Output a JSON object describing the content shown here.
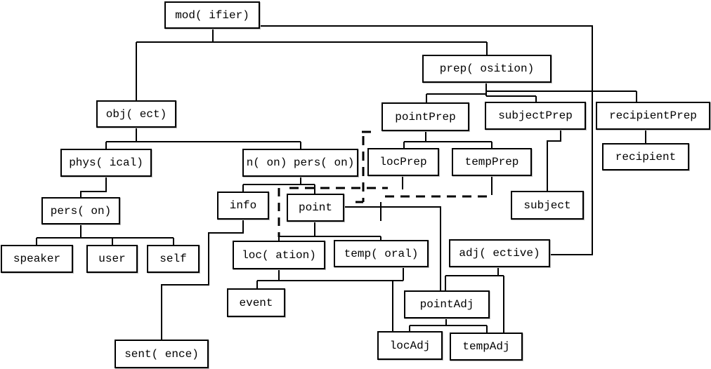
{
  "colors": {
    "line": "#000000",
    "background": "#ffffff",
    "text": "#000000"
  },
  "nodes": {
    "mod": {
      "label": "mod( ifier)"
    },
    "prep": {
      "label": "prep( osition)"
    },
    "obj": {
      "label": "obj( ect)"
    },
    "pointPrep": {
      "label": "pointPrep"
    },
    "subjectPrep": {
      "label": "subjectPrep"
    },
    "recipientPrep": {
      "label": "recipientPrep"
    },
    "phys": {
      "label": "phys( ical)"
    },
    "nonpers": {
      "label": "n( on) pers( on)"
    },
    "locPrep": {
      "label": "locPrep"
    },
    "tempPrep": {
      "label": "tempPrep"
    },
    "recipient": {
      "label": "recipient"
    },
    "pers": {
      "label": "pers( on)"
    },
    "info": {
      "label": "info"
    },
    "point": {
      "label": "point"
    },
    "subject": {
      "label": "subject"
    },
    "speaker": {
      "label": "speaker"
    },
    "user": {
      "label": "user"
    },
    "self": {
      "label": "self"
    },
    "loc": {
      "label": "loc( ation)"
    },
    "temp": {
      "label": "temp( oral)"
    },
    "adj": {
      "label": "adj( ective)"
    },
    "event": {
      "label": "event"
    },
    "pointAdj": {
      "label": "pointAdj"
    },
    "sent": {
      "label": "sent( ence)"
    },
    "locAdj": {
      "label": "locAdj"
    },
    "tempAdj": {
      "label": "tempAdj"
    }
  },
  "edges": {
    "solid": [
      "mod( ifier) -> obj( ect)",
      "mod( ifier) -> prep( osition)",
      "mod( ifier) -> adj( ective)",
      "obj( ect) -> phys( ical)",
      "obj( ect) -> n( on) pers( on)",
      "prep( osition) -> pointPrep",
      "prep( osition) -> subjectPrep",
      "prep( osition) -> recipientPrep",
      "pointPrep -> locPrep",
      "pointPrep -> tempPrep",
      "subjectPrep -> subject",
      "recipientPrep -> recipient",
      "phys( ical) -> pers( on)",
      "pers( on) -> speaker",
      "pers( on) -> user",
      "pers( on) -> self",
      "n( on) pers( on) -> info",
      "n( on) pers( on) -> point",
      "point -> loc( ation)",
      "point -> temp( oral)",
      "point -> pointAdj",
      "info -> sent( ence)",
      "loc( ation) -> event",
      "loc( ation)/temp( oral) -> locAdj",
      "adj( ective) -> pointAdj",
      "adj( ective) -> tempAdj",
      "pointAdj -> locAdj",
      "pointAdj -> tempAdj"
    ],
    "dashed_connector": "dashed line linking locPrep and tempPrep down past the point box and toward loc( ation)/temp( oral)"
  }
}
